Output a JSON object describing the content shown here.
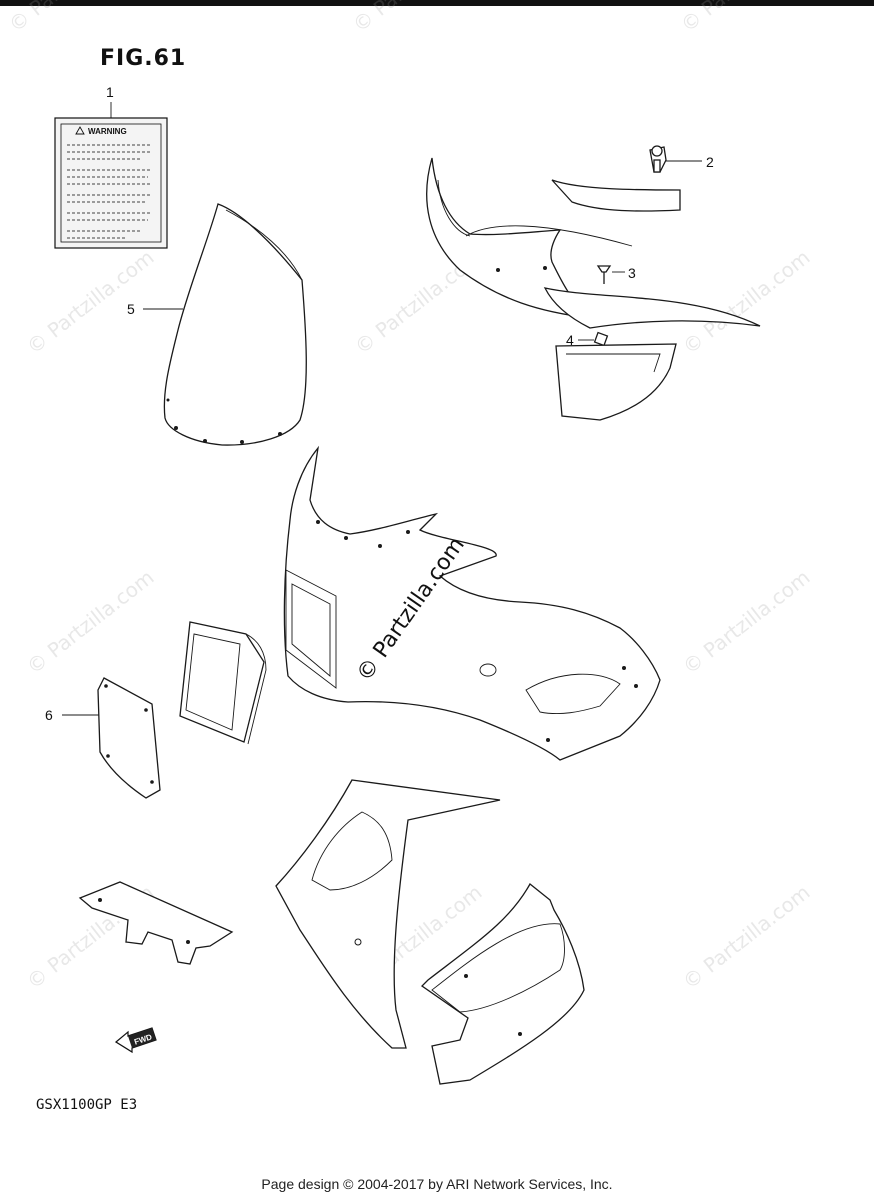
{
  "figure": {
    "title": "FIG.61",
    "model_code": "GSX1100GP E3"
  },
  "warning_label": {
    "heading": "WARNING"
  },
  "callouts": [
    {
      "number": "1",
      "part": "warning-label"
    },
    {
      "number": "2",
      "part": "fairing-lock"
    },
    {
      "number": "3",
      "part": "screw"
    },
    {
      "number": "4",
      "part": "nut"
    },
    {
      "number": "5",
      "part": "windscreen"
    },
    {
      "number": "6",
      "part": "cover-plate"
    }
  ],
  "direction_marker": "FWD",
  "watermarks": {
    "repeat_text": "© Partzilla.com",
    "center_text": "© Partzilla.com"
  },
  "footer": {
    "text": "Page design © 2004-2017 by ARI Network Services, Inc."
  }
}
